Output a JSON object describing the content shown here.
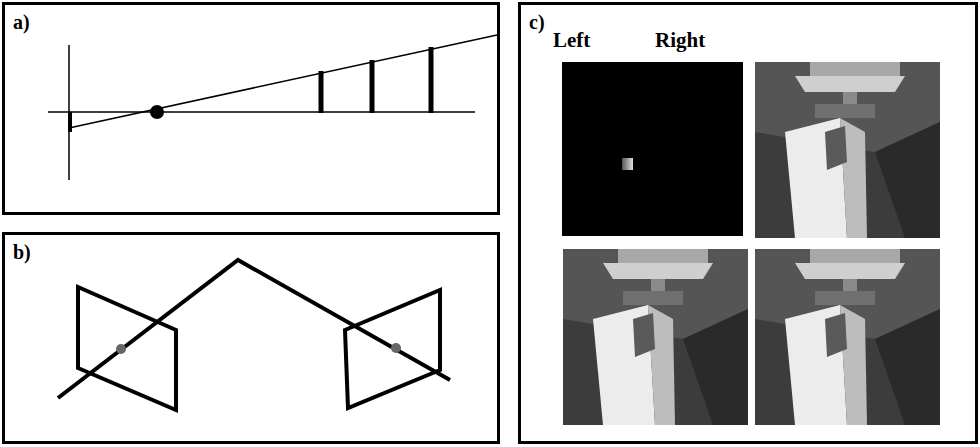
{
  "diagram": {
    "nodes": [
      {
        "text": [
          "a)"
        ]
      },
      {
        "text": [
          "b)"
        ]
      },
      {
        "text": [
          "c)"
        ]
      }
    ],
    "labels": [
      "Left",
      "Right"
    ]
  }
}
